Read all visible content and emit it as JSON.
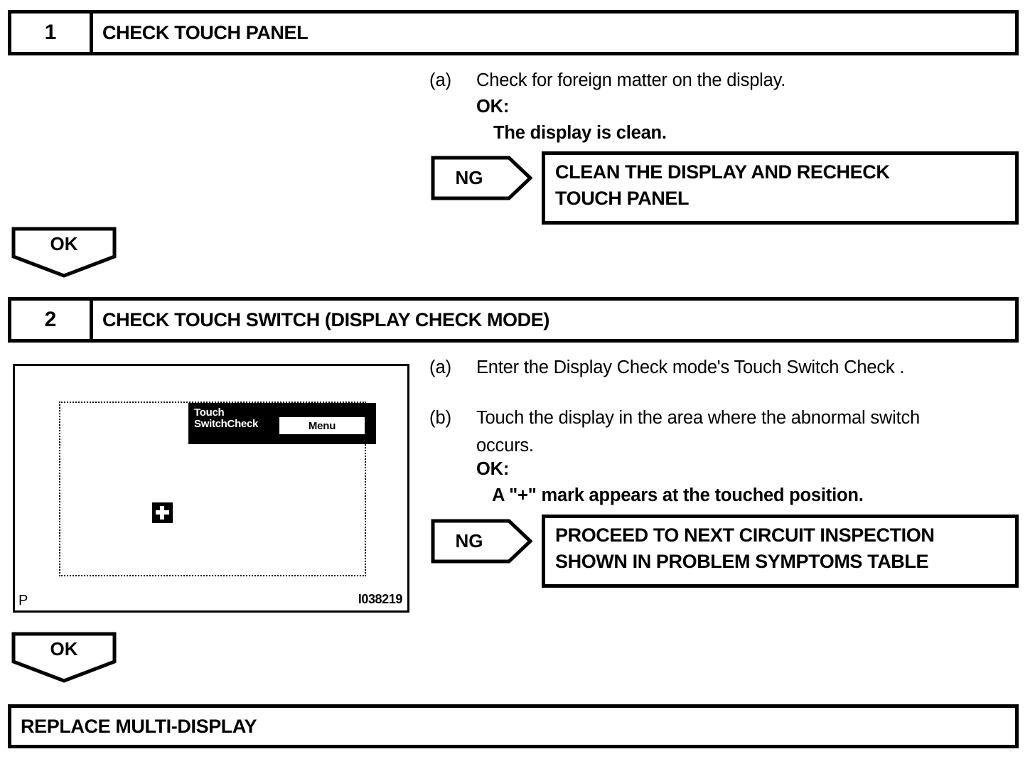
{
  "document": {
    "type": "diagnostic-flowchart",
    "title": "Touch Panel / Touch Switch Inspection Procedure"
  },
  "steps": [
    {
      "number": "1",
      "title": "CHECK TOUCH PANEL",
      "items": [
        {
          "marker": "(a)",
          "text": "Check for foreign matter on the display."
        },
        {
          "marker": "",
          "text": "OK:"
        },
        {
          "marker": "",
          "text": "The display is clean."
        }
      ],
      "ng": {
        "label": "NG",
        "result_line1": "CLEAN THE DISPLAY AND RECHECK",
        "result_line2": "TOUCH PANEL"
      },
      "ok": {
        "label": "OK"
      }
    },
    {
      "number": "2",
      "title": "CHECK TOUCH SWITCH (DISPLAY CHECK MODE)",
      "items": [
        {
          "marker": "(a)",
          "text": "Enter the Display Check mode's Touch Switch Check ."
        },
        {
          "marker": "(b)",
          "text": "Touch the display in the area where the abnormal switch"
        },
        {
          "marker": "",
          "text": "occurs."
        },
        {
          "marker": "",
          "text": "OK:"
        },
        {
          "marker": "",
          "text": "A \"+\" mark appears at the touched position."
        }
      ],
      "ng": {
        "label": "NG",
        "result_line1": "PROCEED TO NEXT CIRCUIT INSPECTION",
        "result_line2": "SHOWN IN PROBLEM SYMPTOMS TABLE"
      },
      "ok": {
        "label": "OK"
      }
    }
  ],
  "illustration": {
    "screen_title_line1": "Touch",
    "screen_title_line2": "SwitchCheck",
    "menu_button_label": "Menu",
    "touch_mark": "+",
    "corner_label": "P",
    "figure_code": "I038219",
    "colors": {
      "band": "#000000",
      "band_text": "#ffffff",
      "menu_bg": "#ffffff",
      "menu_text": "#000000"
    }
  },
  "final": {
    "label": "REPLACE MULTI-DISPLAY"
  }
}
